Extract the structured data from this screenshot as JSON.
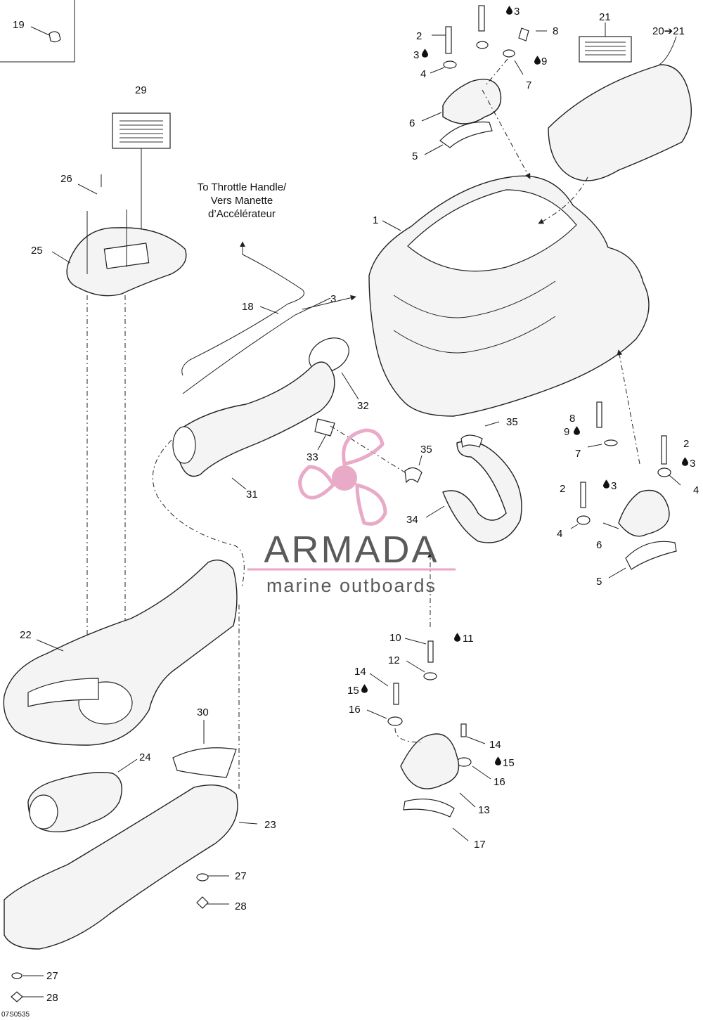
{
  "labels": {
    "l1": "1",
    "l2a": "2",
    "l2b": "2",
    "l2c": "2",
    "l3a": "3",
    "l3b": "3",
    "l3c": "3",
    "l3d": "3",
    "l3e": "3",
    "l4a": "4",
    "l4b": "4",
    "l4c": "4",
    "l5a": "5",
    "l5b": "5",
    "l6a": "6",
    "l6b": "6",
    "l7a": "7",
    "l7b": "7",
    "l8a": "8",
    "l8b": "8",
    "l9a": "9",
    "l9b": "9",
    "l10": "10",
    "l11": "11",
    "l12": "12",
    "l13": "13",
    "l14a": "14",
    "l14b": "14",
    "l15a": "15",
    "l15b": "15",
    "l16a": "16",
    "l16b": "16",
    "l17": "17",
    "l18": "18",
    "l19": "19",
    "l2021": "20➔21",
    "l21": "21",
    "l22": "22",
    "l23": "23",
    "l24": "24",
    "l25": "25",
    "l26": "26",
    "l27a": "27",
    "l27b": "27",
    "l28a": "28",
    "l28b": "28",
    "l29": "29",
    "l30": "30",
    "l31": "31",
    "l32": "32",
    "l33": "33",
    "l34": "34",
    "l35a": "35",
    "l35b": "35"
  },
  "throttle_note": {
    "line1": "To Throttle Handle/",
    "line2": "Vers Manette",
    "line3": "d’Accélérateur"
  },
  "watermark": {
    "brand": "ARMADA",
    "tagline": "marine outboards",
    "accent_color": "#e8a6c6",
    "text_color": "#5a5a5a"
  },
  "drawing_code": "07S0535",
  "icons": {
    "adhesive": "drop-icon",
    "pointer": "arrow-icon"
  }
}
